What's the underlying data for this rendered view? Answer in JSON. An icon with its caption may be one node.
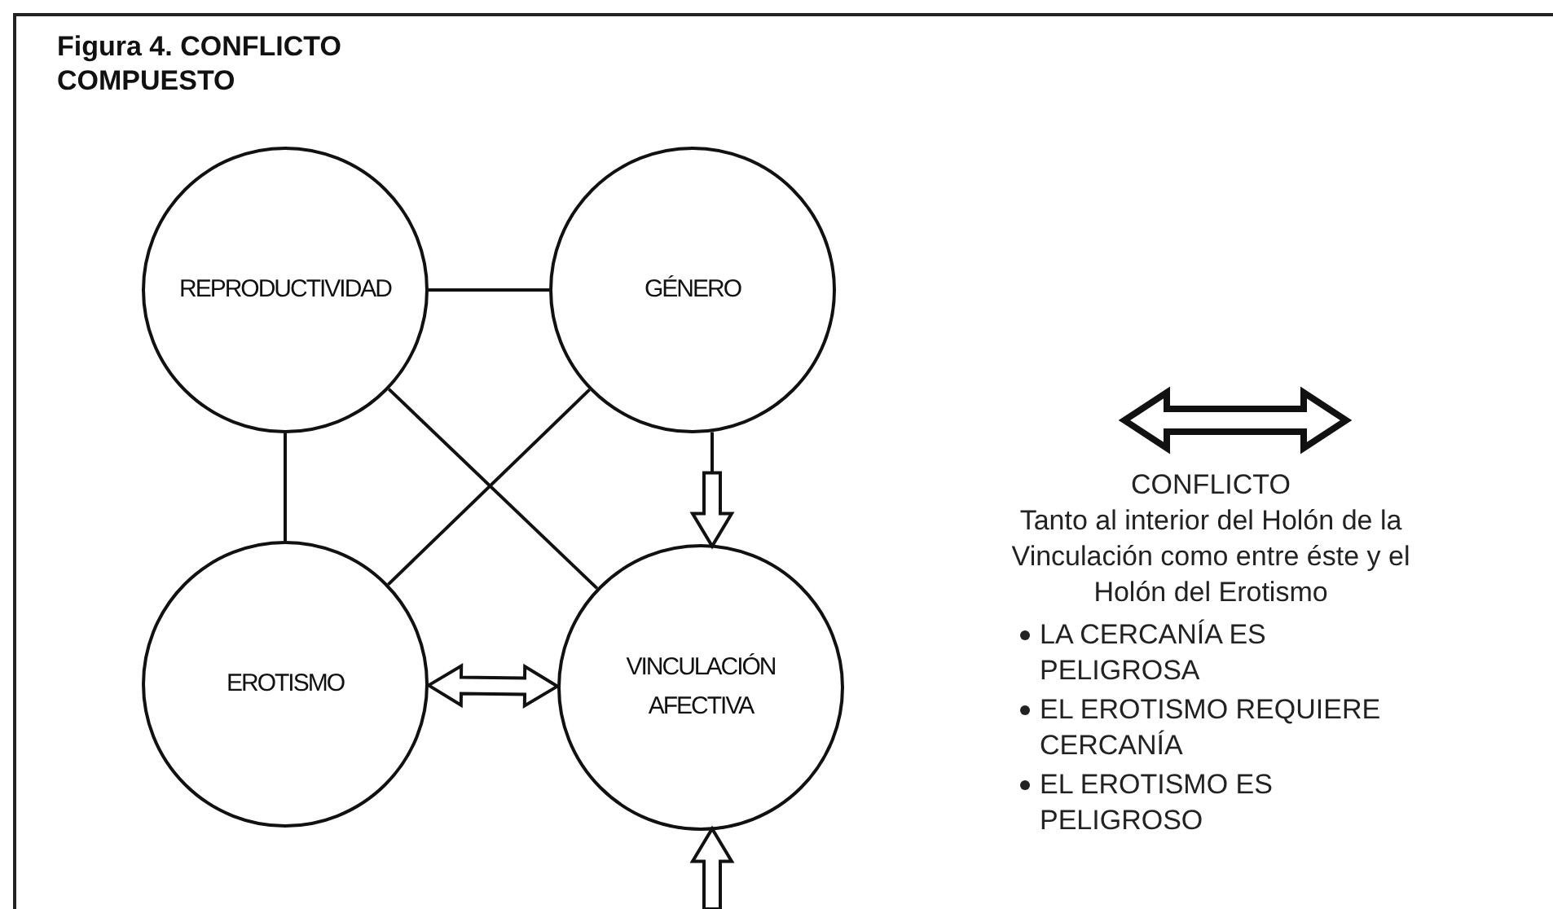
{
  "diagram": {
    "title": "Figura 4. CONFLICTO COMPUESTO",
    "nodes": [
      {
        "text": [
          "REPRODUCTIVIDAD"
        ]
      },
      {
        "text": [
          "GÉNERO"
        ]
      },
      {
        "text": [
          "EROTISMO"
        ]
      },
      {
        "text": [
          "VINCULACIÓN AFECTIVA"
        ]
      }
    ],
    "edges": [
      {
        "from": 0,
        "to": 1,
        "arrow": "none"
      },
      {
        "from": 0,
        "to": 2,
        "arrow": "none"
      },
      {
        "from": 0,
        "to": 3,
        "arrow": "none"
      },
      {
        "from": 1,
        "to": 2,
        "arrow": "none"
      },
      {
        "from": 1,
        "to": 3,
        "arrow": "to"
      },
      {
        "from": 2,
        "to": 3,
        "arrow": "both"
      },
      {
        "from": null,
        "to": 3,
        "arrow": "to"
      }
    ],
    "labels": [
      "Tanto al interior del Holón de la Vinculación como entre éste y el Holón del Erotismo",
      "LA CERCANÍA ES PELIGROSA",
      "EL EROTISMO REQUIERE CERCANÍA",
      "EL EROTISMO ES PELIGROSO"
    ],
    "legend": [
      {
        "text": "CONFLICTO"
      }
    ]
  }
}
